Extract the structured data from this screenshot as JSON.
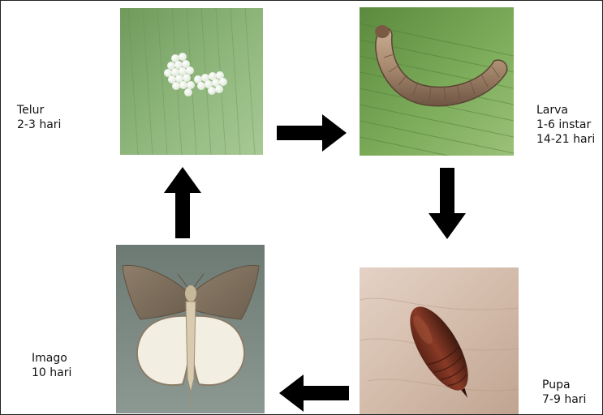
{
  "stages": {
    "egg": {
      "name": "Telur",
      "duration": "2-3 hari",
      "icon": "egg-cluster-photo"
    },
    "larva": {
      "name": "Larva",
      "instar": "1-6 instar",
      "duration": "14-21 hari",
      "icon": "caterpillar-photo"
    },
    "pupa": {
      "name": "Pupa",
      "duration": "7-9 hari",
      "icon": "pupa-photo"
    },
    "imago": {
      "name": "Imago",
      "duration": "10 hari",
      "icon": "moth-photo"
    }
  },
  "arrows": [
    {
      "from": "egg",
      "to": "larva",
      "direction": "right"
    },
    {
      "from": "larva",
      "to": "pupa",
      "direction": "down"
    },
    {
      "from": "pupa",
      "to": "imago",
      "direction": "left"
    },
    {
      "from": "imago",
      "to": "egg",
      "direction": "up"
    }
  ],
  "colors": {
    "arrow": "#000000",
    "leaf": "#7fa86a",
    "skin": "#d8c3b4",
    "moth_bg": "#7d8a84"
  }
}
